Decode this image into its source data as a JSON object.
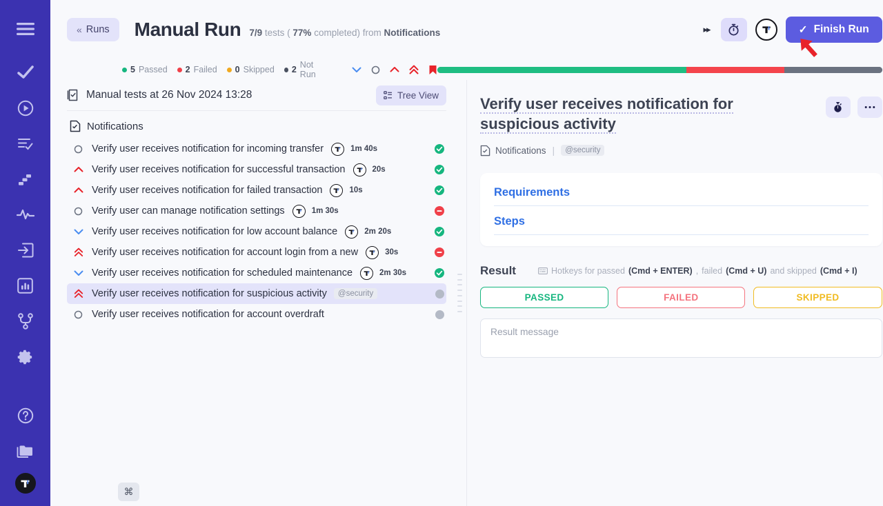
{
  "sidebar": {
    "items": [
      {
        "name": "menu-icon",
        "label": "Menu"
      },
      {
        "name": "check-icon",
        "label": "Tests"
      },
      {
        "name": "play-circle-icon",
        "label": "Runs"
      },
      {
        "name": "list-check-icon",
        "label": "Plans"
      },
      {
        "name": "steps-icon",
        "label": "Milestones"
      },
      {
        "name": "activity-pulse-icon",
        "label": "Activity"
      },
      {
        "name": "login-arrow-icon",
        "label": "Import"
      },
      {
        "name": "chart-icon",
        "label": "Reports"
      },
      {
        "name": "git-branch-icon",
        "label": "Integrations"
      },
      {
        "name": "gear-icon",
        "label": "Settings"
      },
      {
        "name": "help-circle-icon",
        "label": "Help"
      },
      {
        "name": "folder-icon",
        "label": "Projects"
      }
    ],
    "avatar_letter": "T"
  },
  "header": {
    "back_label": "Runs",
    "back_chevron": "«",
    "title": "Manual Run",
    "meta_count": "7/9",
    "meta_tests_word": "tests (",
    "meta_percent": "77%",
    "meta_completed_word": "completed) from",
    "meta_source": "Notifications",
    "fast_forward_icon": "▸▸",
    "timer_button_name": "timer-button",
    "user_badge_letter": "T",
    "finish_label": "Finish Run",
    "finish_check": "✓",
    "accent_color": "#5c5ce0",
    "annotation_arrow_color": "#e8232a"
  },
  "status": {
    "legend": [
      {
        "count": "5",
        "label": "Passed",
        "color": "#16b67f"
      },
      {
        "count": "2",
        "label": "Failed",
        "color": "#f04049"
      },
      {
        "count": "0",
        "label": "Skipped",
        "color": "#f0a920"
      },
      {
        "count": "2",
        "label": "Not Run",
        "color": "#4a5160"
      }
    ],
    "priority_filters": [
      {
        "name": "priority-low-icon",
        "color": "#4a8df0"
      },
      {
        "name": "priority-medium-icon",
        "color": "#6b7280"
      },
      {
        "name": "priority-high-icon",
        "color": "#e8232a"
      },
      {
        "name": "priority-critical-icon",
        "color": "#e8232a"
      },
      {
        "name": "priority-blocker-icon",
        "color": "#e8232a"
      }
    ],
    "progress": {
      "passed_pct": 56,
      "failed_pct": 22,
      "notrun_pct": 22,
      "passed_color": "#1fbd82",
      "failed_color": "#f4444c",
      "notrun_color": "#6b7280"
    }
  },
  "list": {
    "header_title": "Manual tests at 26 Nov 2024 13:28",
    "tree_view_label": "Tree View",
    "suite_name": "Notifications",
    "tests": [
      {
        "priority": "medium",
        "name": "Verify user receives notification for incoming transfer",
        "has_avatar": true,
        "duration": "1m 40s",
        "status": "passed",
        "tag": ""
      },
      {
        "priority": "high",
        "name": "Verify user receives notification for successful transaction",
        "has_avatar": true,
        "duration": "20s",
        "status": "passed",
        "tag": ""
      },
      {
        "priority": "high",
        "name": "Verify user receives notification for failed transaction",
        "has_avatar": true,
        "duration": "10s",
        "status": "passed",
        "tag": ""
      },
      {
        "priority": "medium",
        "name": "Verify user can manage notification settings",
        "has_avatar": true,
        "duration": "1m 30s",
        "status": "failed",
        "tag": ""
      },
      {
        "priority": "low",
        "name": "Verify user receives notification for low account balance",
        "has_avatar": true,
        "duration": "2m 20s",
        "status": "passed",
        "tag": ""
      },
      {
        "priority": "critical",
        "name": "Verify user receives notification for account login from a new",
        "has_avatar": true,
        "duration": "30s",
        "status": "failed",
        "tag": ""
      },
      {
        "priority": "low",
        "name": "Verify user receives notification for scheduled maintenance",
        "has_avatar": true,
        "duration": "2m 30s",
        "status": "passed",
        "tag": ""
      },
      {
        "priority": "critical",
        "name": "Verify user receives notification for suspicious activity",
        "has_avatar": false,
        "duration": "",
        "status": "notrun",
        "tag": "@security",
        "selected": true
      },
      {
        "priority": "medium",
        "name": "Verify user receives notification for account overdraft",
        "has_avatar": false,
        "duration": "",
        "status": "notrun",
        "tag": ""
      }
    ]
  },
  "detail": {
    "title": "Verify user receives notification for suspicious activity",
    "stopwatch_button_name": "stopwatch-button",
    "more_button_label": "…",
    "breadcrumb_suite": "Notifications",
    "breadcrumb_separator": "|",
    "breadcrumb_tag": "@security",
    "card_links": [
      "Requirements",
      "Steps"
    ],
    "result_title": "Result",
    "hotkeys_prefix": "Hotkeys for passed",
    "hotkeys_passed_key": "(Cmd + ENTER)",
    "hotkeys_comma": ",",
    "hotkeys_failed_word": "failed",
    "hotkeys_failed_key": "(Cmd + U)",
    "hotkeys_and_word": "and skipped",
    "hotkeys_skipped_key": "(Cmd + I)",
    "buttons": {
      "passed": "PASSED",
      "failed": "FAILED",
      "skipped": "SKIPPED"
    },
    "result_message_placeholder": "Result message",
    "result_message_value": ""
  },
  "footer": {
    "command_key_glyph": "⌘"
  }
}
